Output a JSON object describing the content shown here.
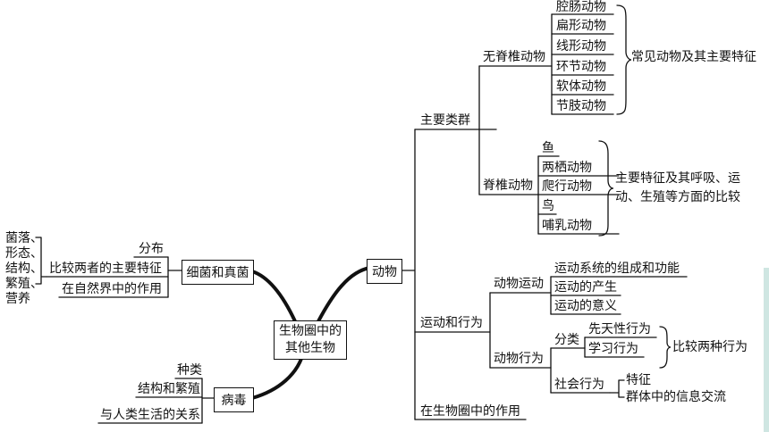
{
  "center": {
    "line1": "生物圈中的",
    "line2": "其他生物"
  },
  "animals": {
    "title": "动物",
    "main_groups": {
      "title": "主要类群",
      "invertebrates": {
        "title": "无脊椎动物",
        "items": [
          "腔肠动物",
          "扁形动物",
          "线形动物",
          "环节动物",
          "软体动物",
          "节肢动物"
        ],
        "note": "常见动物及其主要特征"
      },
      "vertebrates": {
        "title": "脊椎动物",
        "items": [
          "鱼",
          "两栖动物",
          "爬行动物",
          "鸟",
          "哺乳动物"
        ],
        "note_line1": "主要特征及其呼吸、运",
        "note_line2": "动、生殖等方面的比较"
      }
    },
    "movement_behavior": {
      "title": "运动和行为",
      "movement": {
        "title": "动物运动",
        "items": [
          "运动系统的组成和功能",
          "运动的产生",
          "运动的意义"
        ]
      },
      "behavior": {
        "title": "动物行为",
        "classification": {
          "title": "分类",
          "items": [
            "先天性行为",
            "学习行为"
          ],
          "note": "比较两种行为"
        },
        "social": {
          "title": "社会行为",
          "items": [
            "特征",
            "群体中的信息交流"
          ]
        }
      }
    },
    "role": "在生物圈中的作用"
  },
  "bacteria_fungi": {
    "title": "细菌和真菌",
    "items": [
      "分布",
      "比较两者的主要特征",
      "在自然界中的作用"
    ],
    "compare_items": [
      "菌落、",
      "形态、",
      "结构、",
      "繁殖、",
      "营养"
    ]
  },
  "virus": {
    "title": "病毒",
    "items": [
      "种类",
      "结构和繁殖",
      "与人类生活的关系"
    ]
  }
}
